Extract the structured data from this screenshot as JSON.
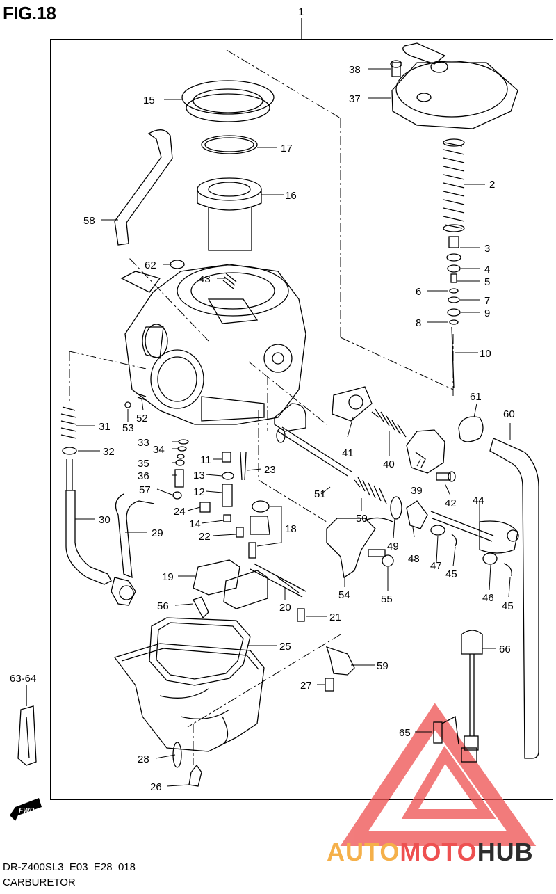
{
  "figure": {
    "title": "FIG.18"
  },
  "footer": {
    "code": "DR-Z400SL3_E03_E28_018",
    "name": "CARBURETOR"
  },
  "fwd_label": "FWD",
  "watermark": {
    "part1": "AUTO",
    "part2": "MOTO",
    "part3": "HUB"
  },
  "colors": {
    "watermark_red": "#ee5050",
    "watermark_orange": "#f5b04a",
    "watermark_dark": "#2d2d2d"
  },
  "part_labels": {
    "p1": "1",
    "p2": "2",
    "p3": "3",
    "p4": "4",
    "p5": "5",
    "p6": "6",
    "p7": "7",
    "p8a": "8",
    "p9": "9",
    "p10": "10",
    "p11": "11",
    "p12": "12",
    "p13": "13",
    "p14": "14",
    "p15": "15",
    "p16": "16",
    "p17": "17",
    "p18": "18",
    "p19": "19",
    "p20": "20",
    "p21": "21",
    "p22": "22",
    "p23": "23",
    "p24": "24",
    "p25": "25",
    "p26": "26",
    "p27": "27",
    "p28": "28",
    "p29": "29",
    "p30": "30",
    "p31": "31",
    "p32": "32",
    "p33": "33",
    "p34": "34",
    "p35": "35",
    "p36": "36",
    "p37": "37",
    "p38": "38",
    "p39": "39",
    "p40": "40",
    "p41": "41",
    "p42": "42",
    "p43": "43",
    "p44": "44",
    "p45a": "45",
    "p45b": "45",
    "p46": "46",
    "p47": "47",
    "p48": "48",
    "p49": "49",
    "p50": "50",
    "p51": "51",
    "p52": "52",
    "p53": "53",
    "p54": "54",
    "p55": "55",
    "p56": "56",
    "p57": "57",
    "p58": "58",
    "p59": "59",
    "p60": "60",
    "p61": "61",
    "p62": "62",
    "p6364": "63·64",
    "p65": "65",
    "p66": "66"
  }
}
